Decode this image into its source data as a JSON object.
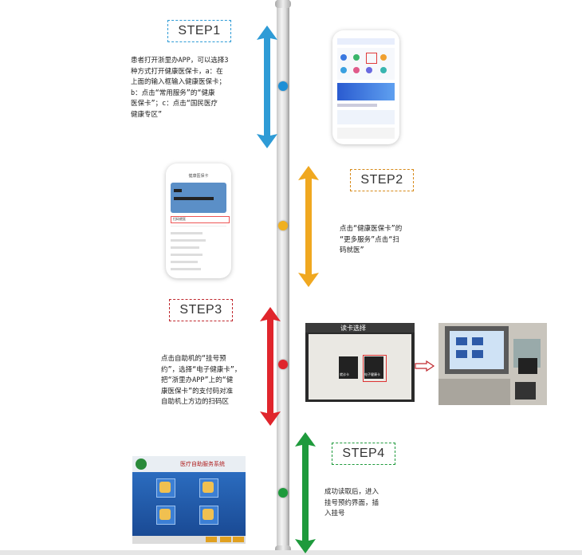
{
  "steps": [
    {
      "label": "STEP1",
      "color": "#2e9bd6",
      "desc": "患者打开浙里办APP，可以选择3\n种方式打开健康医保卡，a：在\n上面的输入框输入健康医保卡；\nb：点击“常用服务”的“健康\n医保卡”；c：点击“国民医疗\n健康专区”"
    },
    {
      "label": "STEP2",
      "color": "#f0a020",
      "desc": "点击“健康医保卡”的\n“更多服务”点击“扫\n码就医”"
    },
    {
      "label": "STEP3",
      "color": "#d9252c",
      "desc": "点击自助机的“挂号预\n约”，选择“电子健康卡”，\n把“浙里办APP”上的“健\n康医保卡”的支付码对准\n自助机上方边的扫码区"
    },
    {
      "label": "STEP4",
      "color": "#1e9a3c",
      "desc": "成功读取后，进入\n挂号预约界面，插\n入挂号"
    }
  ],
  "kiosk1": {
    "title": "读卡选择",
    "opt1": "就诊卡",
    "opt2": "电子健康卡"
  },
  "kiosk3": {
    "title": "医疗自助服务系统"
  },
  "phone2": {
    "header": "健康医保卡",
    "item_highlight": "扫码就医"
  }
}
